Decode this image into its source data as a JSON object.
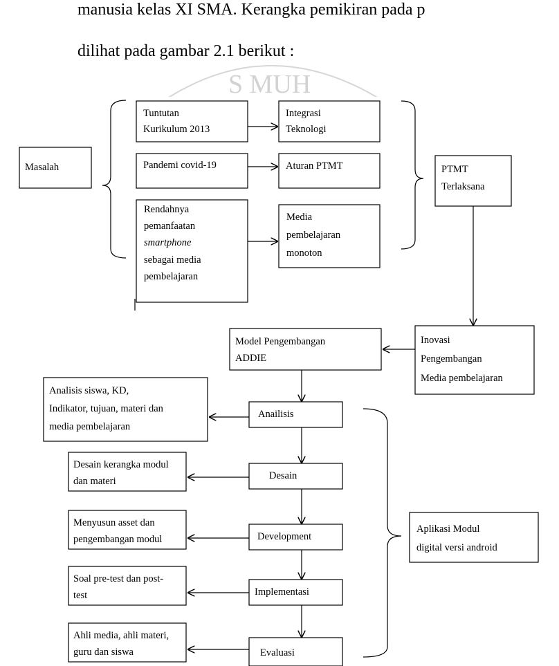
{
  "page_text": {
    "line1": "manusia kelas XI SMA. Kerangka pemikiran pada p",
    "line2": "dilihat pada gambar 2.1 berikut :"
  },
  "watermark": {
    "text": "S MUH"
  },
  "diagram": {
    "masalah": "Masalah",
    "tuntutan": [
      "Tuntutan",
      "Kurikulum 2013"
    ],
    "pandemi": "Pandemi covid-19",
    "rendahnya": [
      "Rendahnya",
      "pemanfaatan",
      "smartphone",
      "sebagai media",
      "pembelajaran"
    ],
    "integrasi": [
      "Integrasi",
      "Teknologi"
    ],
    "aturan": "Aturan PTMT",
    "media_monoton": [
      "Media",
      "pembelajaran",
      "monoton"
    ],
    "ptmt": [
      "PTMT",
      "Terlaksana"
    ],
    "inovasi": [
      "Inovasi",
      "Pengembangan",
      "Media pembelajaran"
    ],
    "model": [
      "Model Pengembangan",
      "ADDIE"
    ],
    "analisis": "Anailisis",
    "desain": "Desain",
    "development": "Development",
    "implementasi": "Implementasi",
    "evaluasi": "Evaluasi",
    "analisis_note": [
      "Analisis siswa, KD,",
      "Indikator, tujuan, materi dan",
      "media pembelajaran"
    ],
    "desain_note": [
      "Desain kerangka modul",
      "dan materi"
    ],
    "development_note": [
      "Menyusun asset dan",
      "pengembangan modul"
    ],
    "implementasi_note": [
      "Soal pre-test dan post-",
      "test"
    ],
    "evaluasi_note": [
      "Ahli media, ahli materi,",
      "guru dan siswa"
    ],
    "aplikasi": [
      "Aplikasi Modul",
      "digital versi android"
    ]
  }
}
